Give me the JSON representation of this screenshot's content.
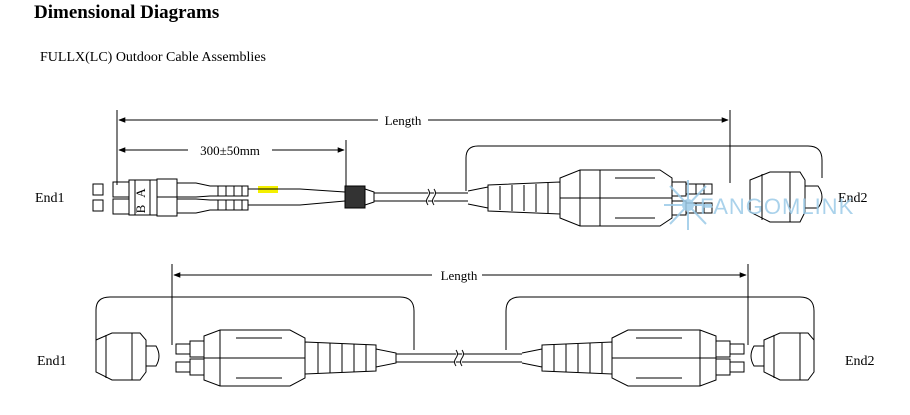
{
  "heading": "Dimensional Diagrams",
  "subheading": "FULLX(LC) Outdoor Cable Assemblies",
  "top_diagram": {
    "end1_label": "End1",
    "end2_label": "End2",
    "length_label": "Length",
    "breakout_label": "300±50mm",
    "duplex_letters": [
      "B",
      "A"
    ]
  },
  "bottom_diagram": {
    "end1_label": "End1",
    "end2_label": "End2",
    "length_label": "Length"
  },
  "watermark": {
    "text": "FANGOMLINK",
    "color": "#9ccbe8"
  }
}
